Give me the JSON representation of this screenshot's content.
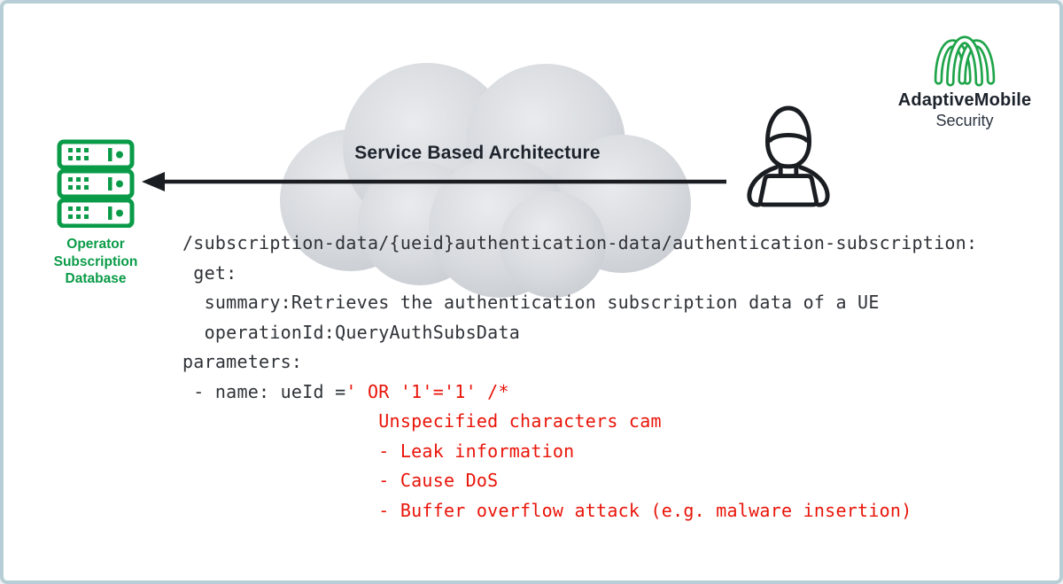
{
  "colors": {
    "accent_green": "#0a9b48",
    "logo_green": "#1fa44a",
    "attack_red": "#e91409",
    "ink": "#1d232c",
    "frame_border": "#b7ced6",
    "cloud_light": "#e7e9ec",
    "cloud_dark": "#c7ccd2"
  },
  "cloud": {
    "title": "Service Based Architecture"
  },
  "database": {
    "icon": "server-rack-icon",
    "label": "Operator\nSubscription\nDatabase"
  },
  "attacker": {
    "icon": "hacker-laptop-icon"
  },
  "arrow": {
    "icon": "left-arrow-icon",
    "direction": "attacker-to-database"
  },
  "logo": {
    "icon": "adaptivemobile-logo-icon",
    "company": "AdaptiveMobile",
    "division": "Security"
  },
  "code": {
    "lines": [
      [
        {
          "t": "/subscription-data/{ueid}authentication-data/authentication-subscription:",
          "c": "k"
        }
      ],
      [
        {
          "t": " get:",
          "c": "k"
        }
      ],
      [
        {
          "t": "  summary:Retrieves the authentication subscription data of a UE",
          "c": "k"
        }
      ],
      [
        {
          "t": "  operationId:QueryAuthSubsData",
          "c": "k"
        }
      ],
      [
        {
          "t": "parameters:",
          "c": "k"
        }
      ],
      [
        {
          "t": " - name: ueId =",
          "c": "k"
        },
        {
          "t": "' OR '1'='1' /*",
          "c": "r"
        }
      ],
      [
        {
          "t": "                  Unspecified characters cam",
          "c": "r"
        }
      ],
      [
        {
          "t": "                  - Leak information",
          "c": "r"
        }
      ],
      [
        {
          "t": "                  - Cause DoS",
          "c": "r"
        }
      ],
      [
        {
          "t": "                  - Buffer overflow attack (e.g. malware insertion)",
          "c": "r"
        }
      ]
    ]
  }
}
